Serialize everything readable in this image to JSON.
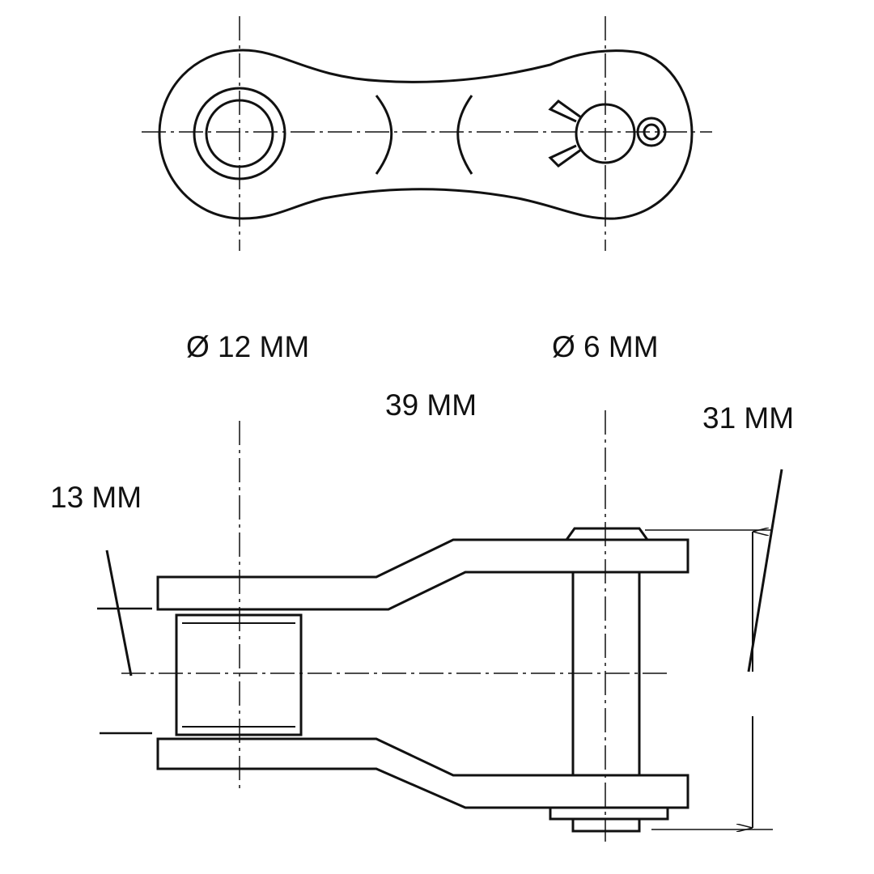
{
  "labels": {
    "roller_diameter": "Ø 12 MM",
    "pin_diameter": "Ø 6 MM",
    "pitch": "39 MM",
    "width": "31 MM",
    "inner_width": "13 MM"
  },
  "colors": {
    "line": "#111111",
    "background": "#ffffff"
  }
}
